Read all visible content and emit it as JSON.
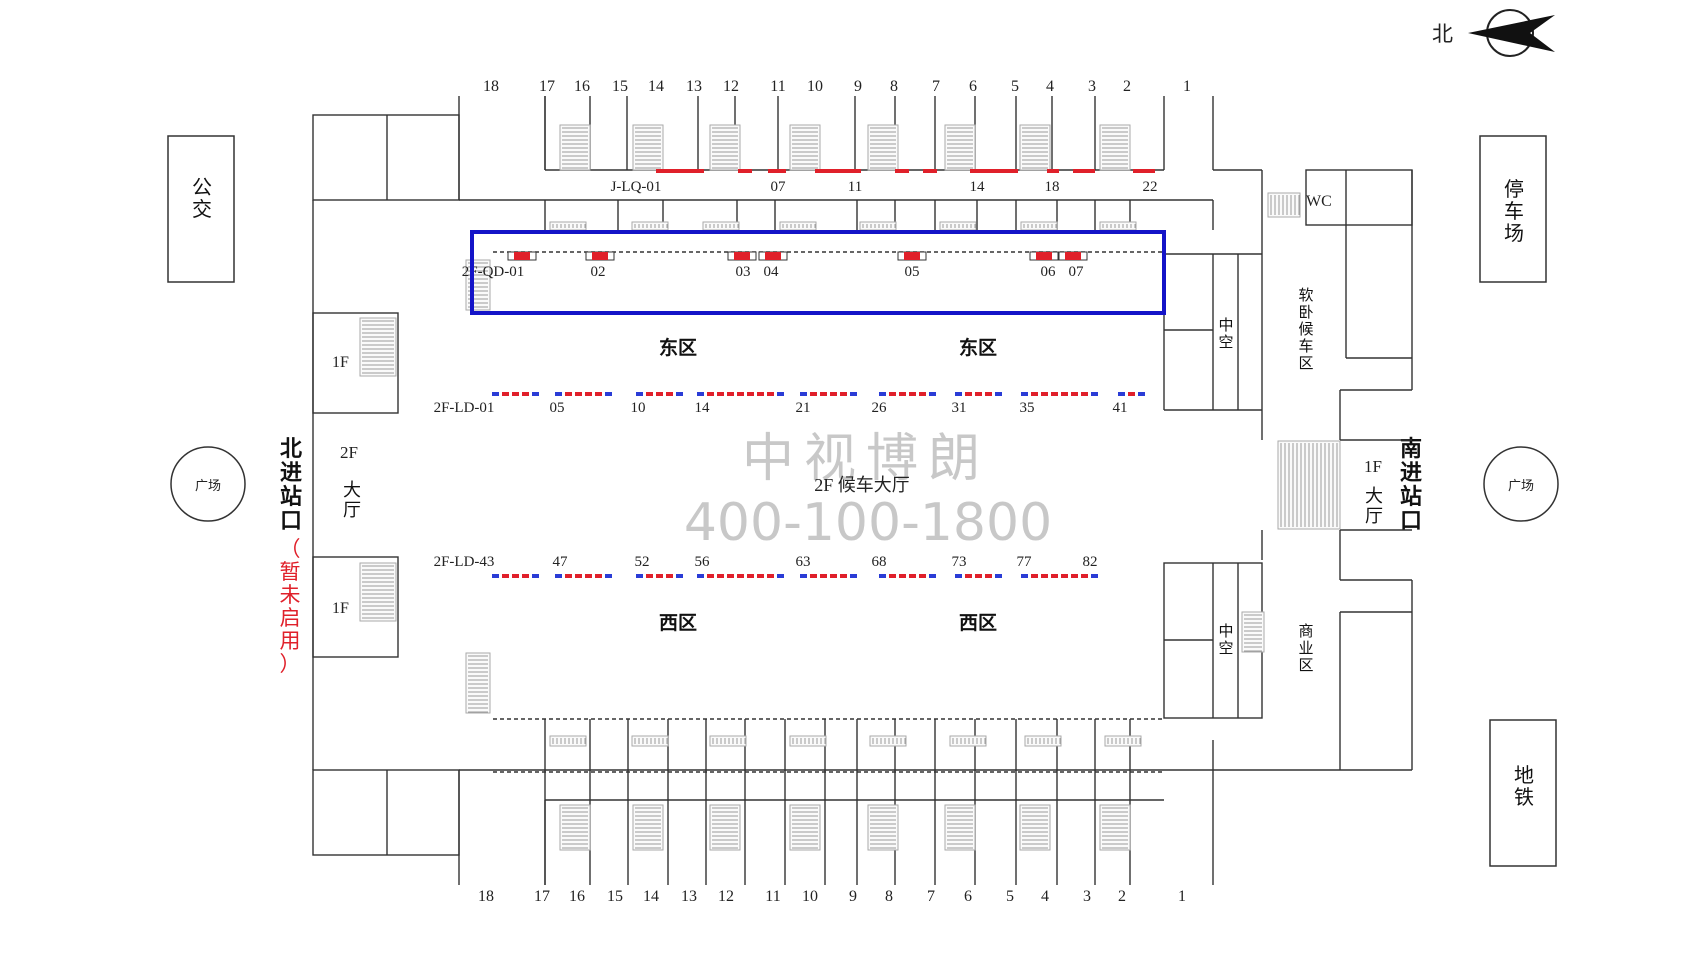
{
  "north_label": "北",
  "colors": {
    "wall": "#333333",
    "highlight": "#1414c8",
    "ad_red": "#e0202a",
    "ad_blue": "#2a3cd6",
    "watermark": "#c8c8c8",
    "note_red": "#e0202a"
  },
  "gates_top": [
    "18",
    "17",
    "16",
    "15",
    "14",
    "13",
    "12",
    "11",
    "10",
    "9",
    "8",
    "7",
    "6",
    "5",
    "4",
    "3",
    "2",
    "1"
  ],
  "gates_bottom": [
    "18",
    "17",
    "16",
    "15",
    "14",
    "13",
    "12",
    "11",
    "10",
    "9",
    "8",
    "7",
    "6",
    "5",
    "4",
    "3",
    "2",
    "1"
  ],
  "top_row": {
    "prefix": "J-LQ-01",
    "labels": [
      "07",
      "11",
      "14",
      "18",
      "22"
    ]
  },
  "highlight_row": {
    "prefix": "2F-QD-01",
    "labels": [
      "02",
      "03",
      "04",
      "05",
      "06",
      "07"
    ]
  },
  "upper_ld_row": {
    "prefix": "2F-LD-01",
    "labels": [
      "05",
      "10",
      "14",
      "21",
      "26",
      "31",
      "35",
      "41"
    ]
  },
  "lower_ld_row": {
    "prefix": "2F-LD-43",
    "labels": [
      "47",
      "52",
      "56",
      "63",
      "68",
      "73",
      "77",
      "82"
    ]
  },
  "zones": {
    "east": "东区",
    "west": "西区"
  },
  "hall": {
    "title": "2F 候车大厅",
    "north_hall": "2F 大厅",
    "south_hall": "1F 大厅"
  },
  "floor_1f": "1F",
  "atrium": "中空",
  "soft_sleeper": "软卧候车区",
  "commercial": "商业区",
  "wc": "WC",
  "north_entrance": "北进站口",
  "north_note": "（暂未启用）",
  "south_entrance": "南进站口",
  "outside": {
    "bus": "公交",
    "parking": "停车场",
    "metro": "地铁",
    "plaza_left": "广场",
    "plaza_right": "广场"
  },
  "watermark": {
    "company": "中视博朗",
    "phone": "400-100-1800"
  }
}
